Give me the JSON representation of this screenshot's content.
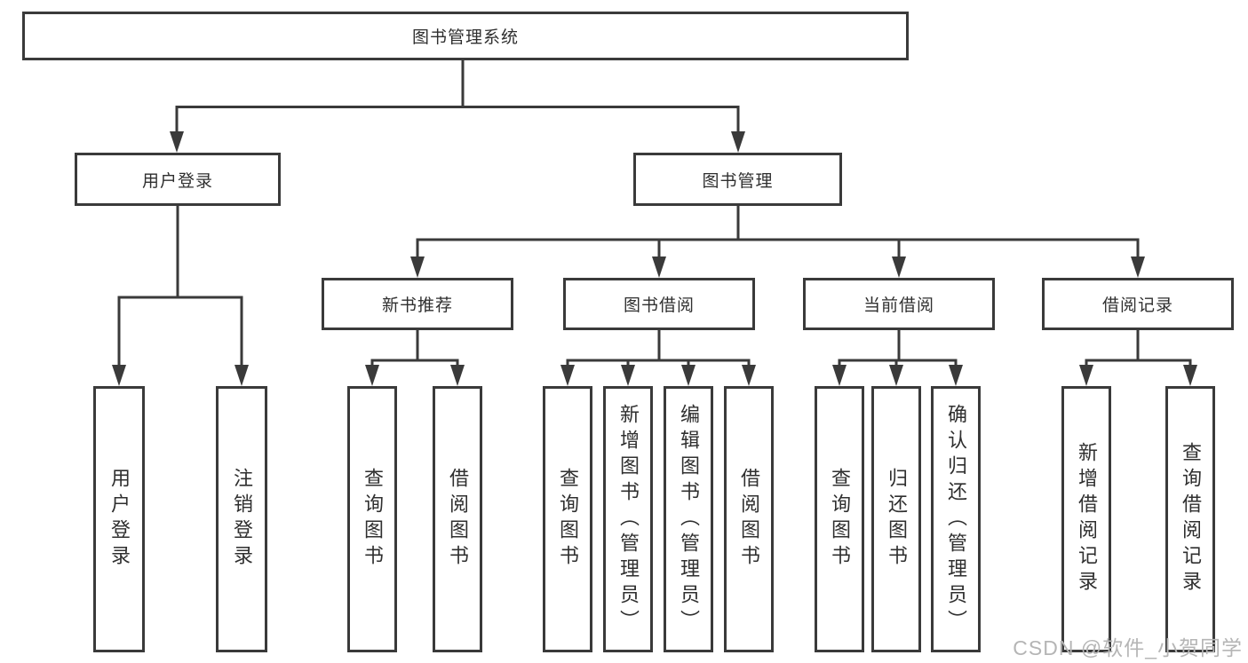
{
  "diagram": {
    "type": "hierarchy-tree",
    "root": {
      "label": "图书管理系统"
    },
    "branches": [
      {
        "label": "用户登录",
        "children": [
          {
            "label": "用户登录"
          },
          {
            "label": "注销登录"
          }
        ]
      },
      {
        "label": "图书管理",
        "children": [
          {
            "label": "新书推荐",
            "children": [
              {
                "label": "查询图书"
              },
              {
                "label": "借阅图书"
              }
            ]
          },
          {
            "label": "图书借阅",
            "children": [
              {
                "label": "查询图书"
              },
              {
                "label": "新增图书（管理员）"
              },
              {
                "label": "编辑图书（管理员）"
              },
              {
                "label": "借阅图书"
              }
            ]
          },
          {
            "label": "当前借阅",
            "children": [
              {
                "label": "查询图书"
              },
              {
                "label": "归还图书"
              },
              {
                "label": "确认归还（管理员）"
              }
            ]
          },
          {
            "label": "借阅记录",
            "children": [
              {
                "label": "新增借阅记录"
              },
              {
                "label": "查询借阅记录"
              }
            ]
          }
        ]
      }
    ]
  },
  "watermark": {
    "text": "CSDN @软件_小贺同学"
  },
  "colors": {
    "line": "#3a3a3a",
    "box_border": "#3a3a3a",
    "text": "#2f2f2f",
    "watermark": "#b5b5b5",
    "background": "#ffffff"
  }
}
